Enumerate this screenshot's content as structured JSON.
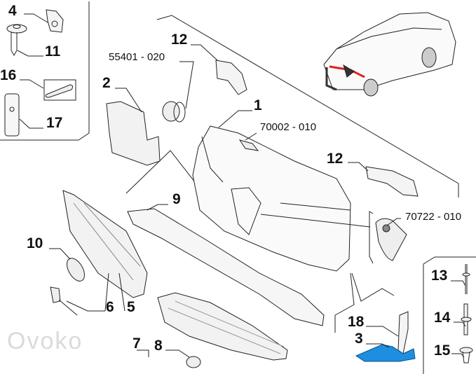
{
  "diagram": {
    "callouts": {
      "c4": "4",
      "c11": "11",
      "c16": "16",
      "c17": "17",
      "c12a": "12",
      "c55401": "55401 - 020",
      "c2": "2",
      "c1": "1",
      "c70002": "70002 - 010",
      "c12b": "12",
      "c9": "9",
      "c70722": "70722 - 010",
      "c10": "10",
      "c13": "13",
      "c6": "6",
      "c5": "5",
      "c14": "14",
      "c18": "18",
      "c7": "7",
      "c8": "8",
      "c3": "3",
      "c15": "15"
    },
    "watermark": "Ovoko",
    "highlight_color": "#1e8fe0"
  }
}
